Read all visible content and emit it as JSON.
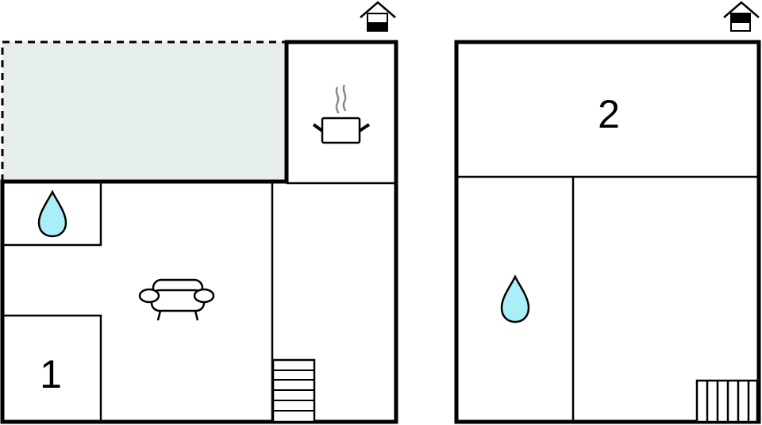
{
  "diagram": {
    "type": "floor-plan",
    "floors": [
      {
        "id": "ground",
        "floor_icon": "house-ground-floor-icon",
        "rooms": [
          {
            "name": "terrace",
            "label": "",
            "fill": "#e6eded",
            "outline": "dashed"
          },
          {
            "name": "kitchen",
            "label": "",
            "icon": "cooking-pot-icon"
          },
          {
            "name": "bathroom",
            "label": "",
            "icon": "water-drop-icon"
          },
          {
            "name": "living-room",
            "label": "",
            "icon": "sofa-icon"
          },
          {
            "name": "bedroom",
            "label": "1"
          },
          {
            "name": "hallway",
            "label": "",
            "icon": "stairs-icon"
          }
        ]
      },
      {
        "id": "upper",
        "floor_icon": "house-upper-floor-icon",
        "rooms": [
          {
            "name": "bedroom",
            "label": "2"
          },
          {
            "name": "bathroom",
            "label": "",
            "icon": "water-drop-icon"
          },
          {
            "name": "landing",
            "label": "",
            "icon": "stairs-icon"
          }
        ]
      }
    ],
    "colors": {
      "wall": "#000000",
      "terrace_fill": "#e6eded",
      "water_fill": "#aaeef8",
      "steam": "#888888"
    }
  }
}
